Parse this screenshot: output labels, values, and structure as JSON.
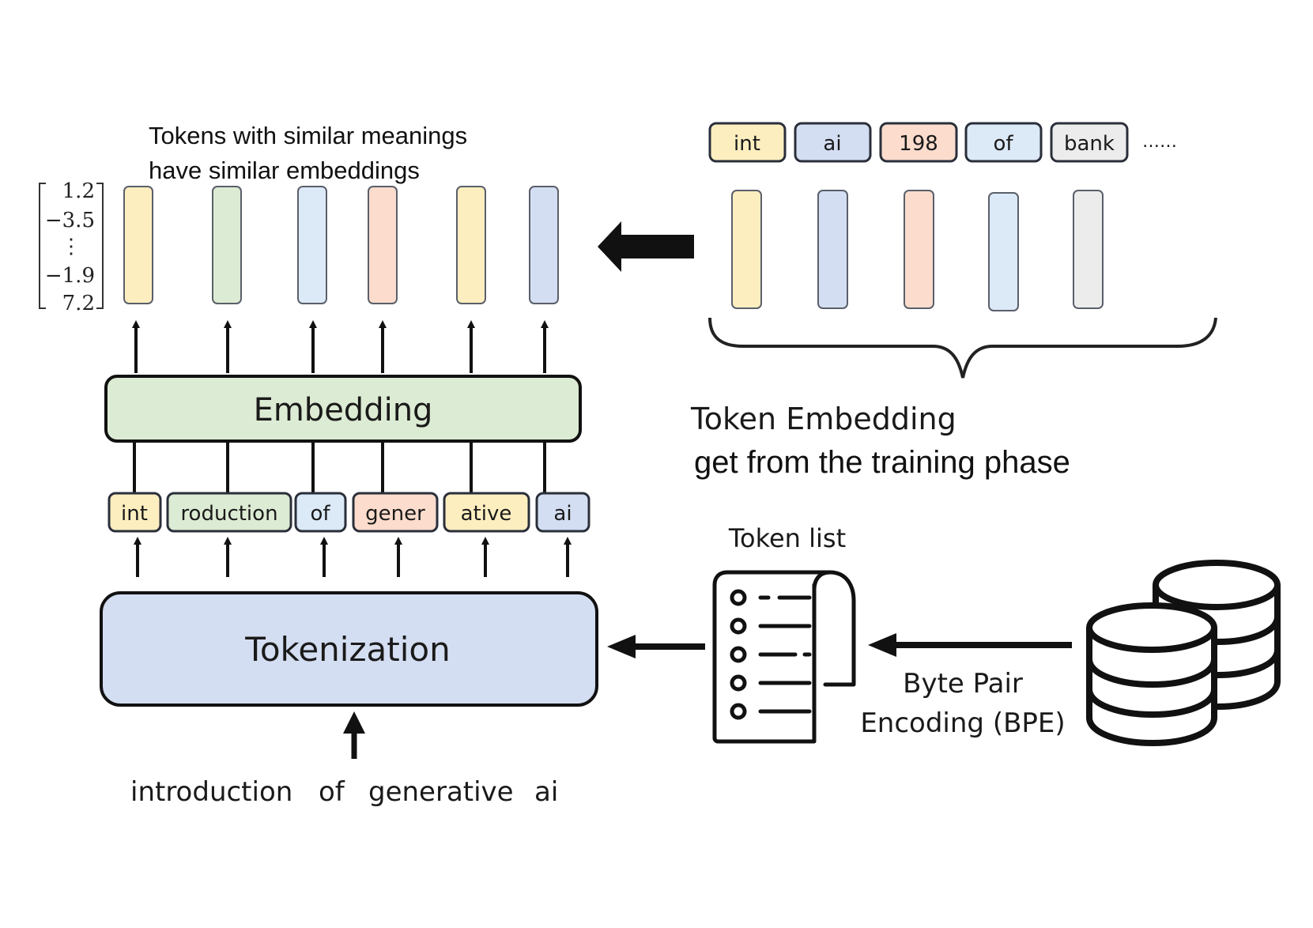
{
  "colors": {
    "yellow": "#fdeec0",
    "green": "#dcebd3",
    "blue_light": "#dce9f7",
    "blue": "#d4def2",
    "salmon": "#fbdccd",
    "gray": "#ececec"
  },
  "annotation": {
    "line1": "Tokens with similar meanings",
    "line2": "have similar embeddings"
  },
  "vector": {
    "v1": "1.2",
    "v2": "−3.5",
    "dots": "⋮",
    "v3": "−1.9",
    "v4": "7.2"
  },
  "embedding_box": {
    "label": "Embedding"
  },
  "tokenization_box": {
    "label": "Tokenization"
  },
  "input_text": {
    "w1": "introduction",
    "w2": "of",
    "w3": "generative",
    "w4": "ai"
  },
  "tokens": [
    {
      "text": "int",
      "color": "yellow"
    },
    {
      "text": "roduction",
      "color": "green"
    },
    {
      "text": "of",
      "color": "blue_light"
    },
    {
      "text": "gener",
      "color": "salmon"
    },
    {
      "text": "ative",
      "color": "yellow"
    },
    {
      "text": "ai",
      "color": "blue"
    }
  ],
  "vocab_tokens": [
    {
      "text": "int",
      "color": "yellow"
    },
    {
      "text": "ai",
      "color": "blue"
    },
    {
      "text": "198",
      "color": "salmon"
    },
    {
      "text": "of",
      "color": "blue_light"
    },
    {
      "text": "bank",
      "color": "gray"
    }
  ],
  "vocab_ellipsis": "……",
  "token_embedding": {
    "title": "Token Embedding",
    "subtitle": "get from the training phase"
  },
  "token_list": {
    "label": "Token list"
  },
  "bpe": {
    "line1": "Byte Pair",
    "line2": "Encoding (BPE)"
  }
}
